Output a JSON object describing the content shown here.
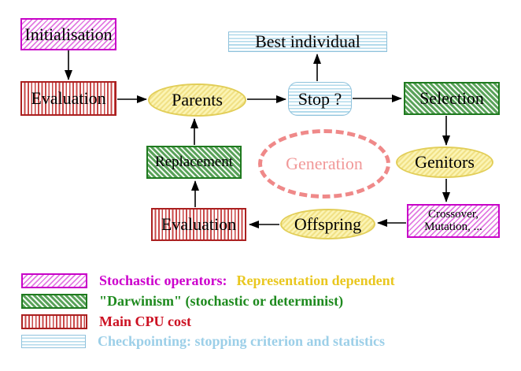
{
  "nodes": {
    "initialisation": "Initialisation",
    "evaluation_top": "Evaluation",
    "parents": "Parents",
    "best_individual": "Best individual",
    "stop": "Stop ?",
    "selection": "Selection",
    "genitors": "Genitors",
    "crossover_line1": "Crossover,",
    "crossover_line2": "Mutation, ...",
    "offspring": "Offspring",
    "evaluation_bottom": "Evaluation",
    "replacement": "Replacement",
    "generation": "Generation"
  },
  "legend": {
    "items": [
      {
        "swatch": "magenta-diagonal-hatch",
        "segments": [
          {
            "text": "Stochastic operators:",
            "color": "#cc00cc"
          },
          {
            "text": "Representation dependent",
            "color": "#e9c71f"
          }
        ]
      },
      {
        "swatch": "green-diagonal-hatch",
        "segments": [
          {
            "text": "\"Darwinism\" (stochastic or determinist)",
            "color": "#1e8a1e"
          }
        ]
      },
      {
        "swatch": "red-vertical-stripes",
        "segments": [
          {
            "text": "Main CPU cost",
            "color": "#cc1122"
          }
        ]
      },
      {
        "swatch": "cyan-horizontal-stripes",
        "segments": [
          {
            "text": "Checkpointing: stopping criterion and statistics",
            "color": "#9ccfe8"
          }
        ]
      }
    ]
  },
  "colors": {
    "stochastic_magenta_border": "#c803c8",
    "darwinism_green_border": "#1f7a1f",
    "cpu_red_border": "#ab2020",
    "checkpoint_cyan_border": "#8fc2dc",
    "node_yellow_border": "#e2ce58",
    "node_yellow_fill": "#fbf4b4",
    "generation_salmon": "#ef8989",
    "arrow_black": "#000000"
  }
}
